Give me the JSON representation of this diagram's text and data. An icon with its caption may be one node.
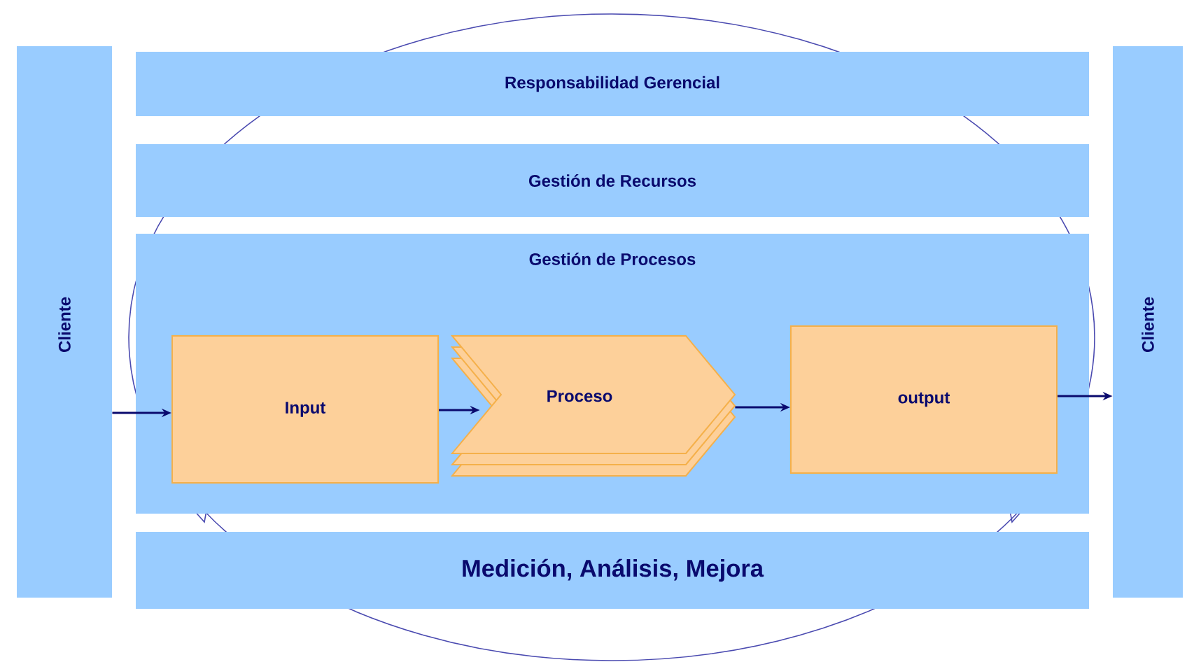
{
  "diagram": {
    "nodes": [
      {
        "text": [
          "Cliente"
        ]
      },
      {
        "text": [
          "Responsabilidad Gerencial"
        ]
      },
      {
        "text": [
          "Gestión de Recursos"
        ]
      },
      {
        "text": [
          "Gestión de Procesos"
        ]
      },
      {
        "text": [
          "Input"
        ],
        "in": 3
      },
      {
        "text": [
          "Proceso"
        ],
        "in": 3
      },
      {
        "text": [
          "output"
        ],
        "in": 3
      },
      {
        "text": [
          "Medición, Análisis, Mejora"
        ]
      },
      {
        "text": [
          "Cliente"
        ]
      }
    ],
    "edges": [
      {
        "from": 0,
        "to": 4,
        "arrow": "to"
      },
      {
        "from": 4,
        "to": 5,
        "arrow": "to"
      },
      {
        "from": 5,
        "to": 6,
        "arrow": "to"
      },
      {
        "from": 6,
        "to": 8,
        "arrow": "to"
      }
    ]
  }
}
